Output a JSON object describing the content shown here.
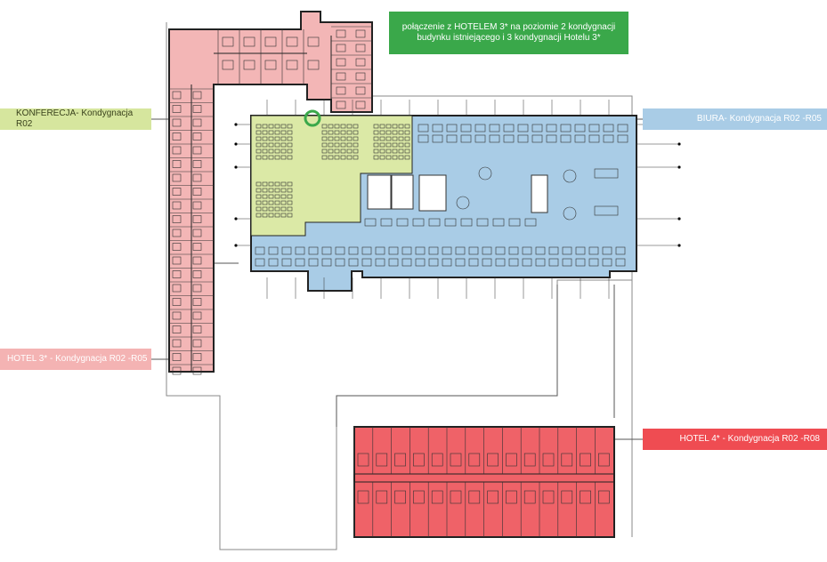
{
  "labels": {
    "konferencja": "KONFERECJA- Kondygnacja R02",
    "biura": "BIURA- Kondygnacja R02 -R05",
    "hotel3": "HOTEL 3* - Kondygnacja R02 -R05",
    "hotel4": "HOTEL 4* - Kondygnacja R02 -R08",
    "connection_line1": "połączenie z  HOTELEM 3* na poziomie 2 kondygnacji",
    "connection_line2": "budynku istniejącego i 3 kondygnacji Hotelu 3*"
  },
  "colors": {
    "conference": "#dbe9a6",
    "offices": "#a9cce6",
    "hotel3": "#f3b6b6",
    "hotel4": "#ef6268",
    "connection": "#3aa84a",
    "wall": "#222222"
  }
}
